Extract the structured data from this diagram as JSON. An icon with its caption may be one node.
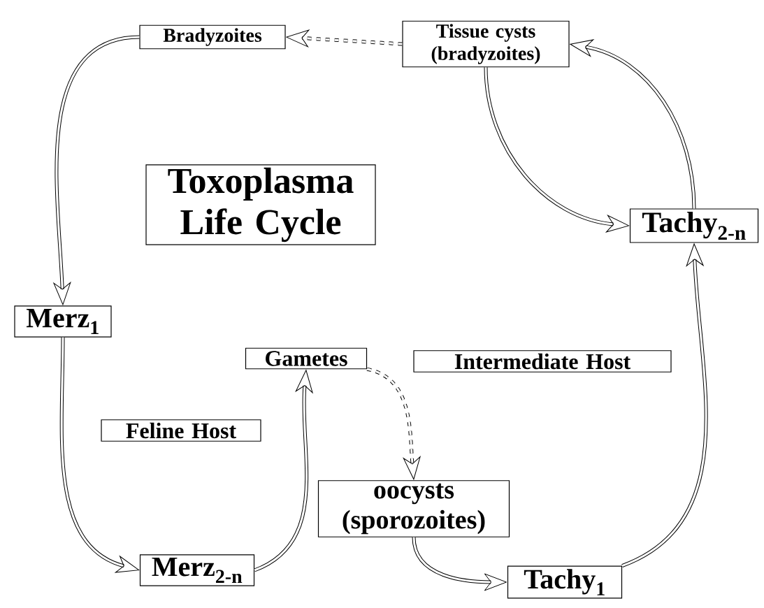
{
  "diagram": {
    "nodes": [
      {
        "text": [
          "Bradyzoites"
        ]
      },
      {
        "text": [
          "Tissue cysts (bradyzoites)"
        ]
      },
      {
        "text": [
          "Toxoplasma Life Cycle"
        ]
      },
      {
        "text": [
          "Tachy$_{2-n}$"
        ]
      },
      {
        "text": [
          "Merz$_{1}$"
        ]
      },
      {
        "text": [
          "Gametes"
        ]
      },
      {
        "text": [
          "Intermediate Host"
        ]
      },
      {
        "text": [
          "Feline Host"
        ]
      },
      {
        "text": [
          "oocysts (sporozoites)"
        ]
      },
      {
        "text": [
          "Merz$_{2-n}$"
        ]
      },
      {
        "text": [
          "Tachy$_{1}$"
        ]
      }
    ],
    "edges": [
      {
        "from": 1,
        "to": 0,
        "arrow": "to",
        "style": "dashed"
      },
      {
        "from": 0,
        "to": 4,
        "arrow": "to"
      },
      {
        "from": 4,
        "to": 9,
        "arrow": "to"
      },
      {
        "from": 9,
        "to": 5,
        "arrow": "to"
      },
      {
        "from": 5,
        "to": 8,
        "arrow": "to",
        "style": "dashed"
      },
      {
        "from": 8,
        "to": 10,
        "arrow": "to"
      },
      {
        "from": 10,
        "to": 3,
        "arrow": "to"
      },
      {
        "from": 3,
        "to": 1,
        "arrow": "to"
      },
      {
        "from": 1,
        "to": 3,
        "arrow": "to"
      }
    ]
  }
}
